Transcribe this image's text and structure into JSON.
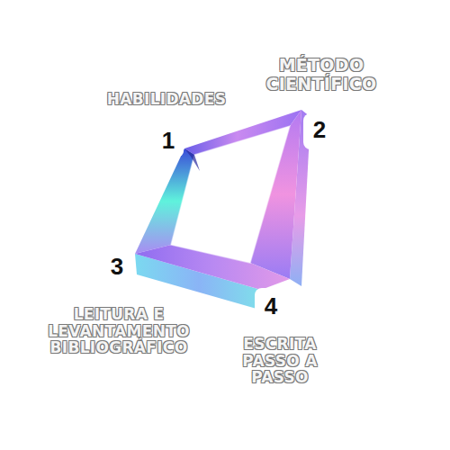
{
  "diagram": {
    "labels": [
      "MÉTODO CIENTÍFICO",
      "HABILIDADES",
      "1",
      "2",
      "3",
      "4",
      "LEITURA E LEVANTAMENTO BIBLIOGRÁFICO",
      "ESCRITA PASSO A PASSO"
    ]
  }
}
